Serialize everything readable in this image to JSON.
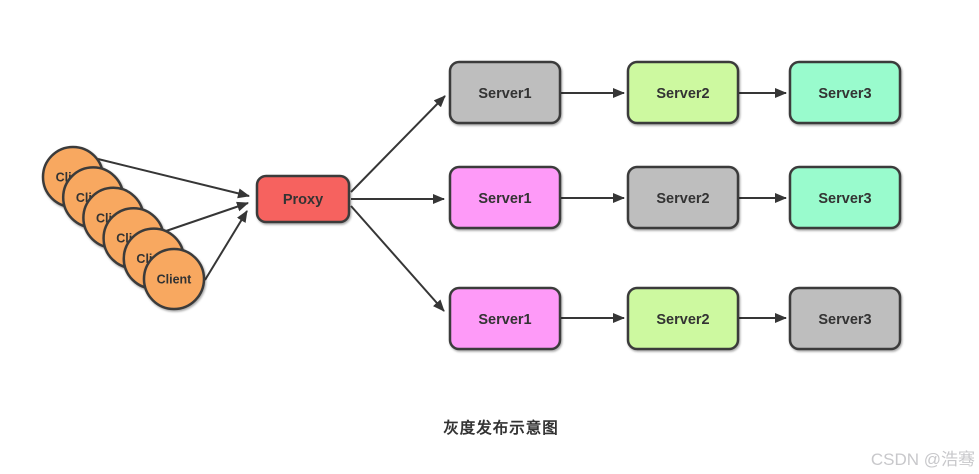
{
  "diagram": {
    "title": "灰度发布示意图",
    "watermark": "CSDN @浩骞",
    "client": {
      "label": "Client",
      "count": 6,
      "fill": "#F8A860"
    },
    "proxy": {
      "label": "Proxy",
      "fill": "#F6625E"
    },
    "colors": {
      "stroke": "#3B3B3B",
      "arrow": "#363636",
      "gray": "#BEBEBE",
      "green": "#CDF9A0",
      "mint": "#99FBCD",
      "pink": "#FE9AF8"
    },
    "rows": [
      {
        "servers": [
          {
            "label": "Server1",
            "fill": "#BEBEBE"
          },
          {
            "label": "Server2",
            "fill": "#CDF9A0"
          },
          {
            "label": "Server3",
            "fill": "#99FBCD"
          }
        ]
      },
      {
        "servers": [
          {
            "label": "Server1",
            "fill": "#FE9AF8"
          },
          {
            "label": "Server2",
            "fill": "#BEBEBE"
          },
          {
            "label": "Server3",
            "fill": "#99FBCD"
          }
        ]
      },
      {
        "servers": [
          {
            "label": "Server1",
            "fill": "#FE9AF8"
          },
          {
            "label": "Server2",
            "fill": "#CDF9A0"
          },
          {
            "label": "Server3",
            "fill": "#BEBEBE"
          }
        ]
      }
    ]
  }
}
